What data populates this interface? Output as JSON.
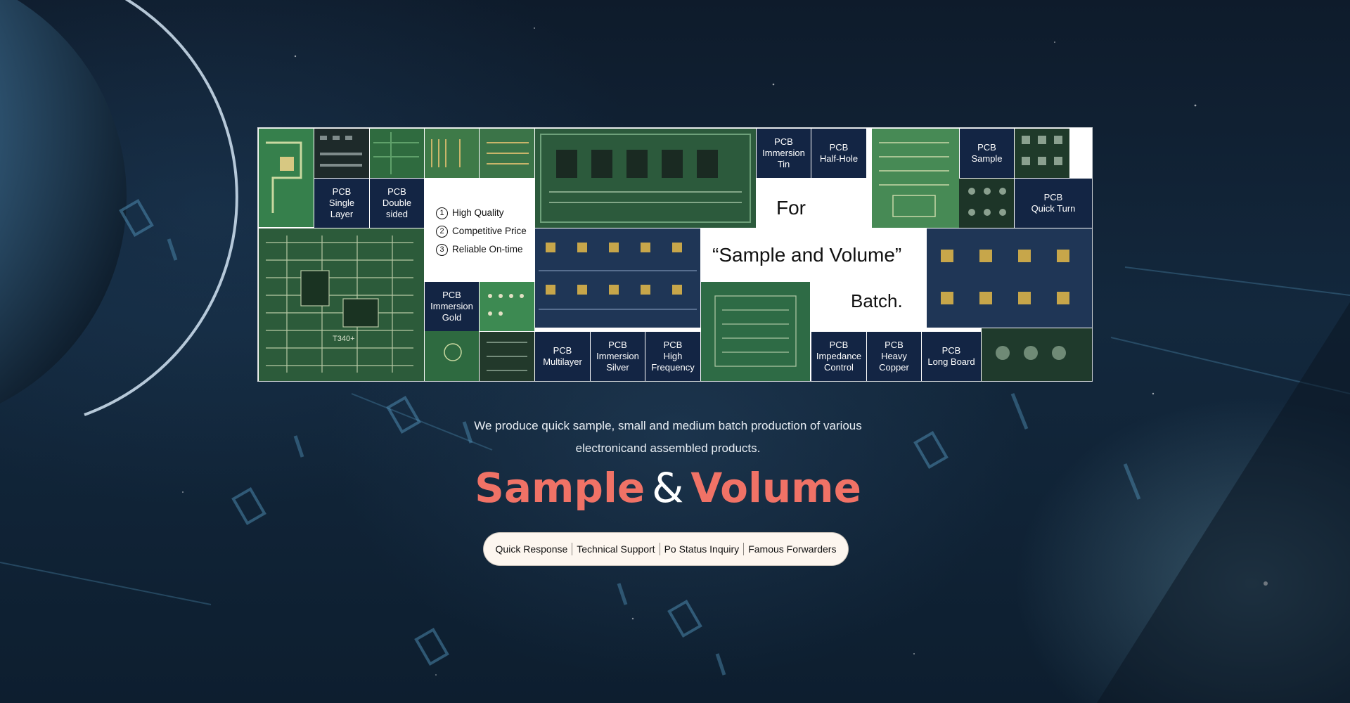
{
  "collage": {
    "tags": {
      "immersion_tin": [
        "PCB",
        "Immersion",
        "Tin"
      ],
      "half_hole": [
        "PCB",
        "Half-Hole"
      ],
      "sample": [
        "PCB",
        "Sample"
      ],
      "single_layer": [
        "PCB",
        "Single",
        "Layer"
      ],
      "double_sided": [
        "PCB",
        "Double",
        "sided"
      ],
      "quick_turn": [
        "PCB",
        "Quick Turn"
      ],
      "immersion_gold": [
        "PCB",
        "Immersion",
        "Gold"
      ],
      "multilayer": [
        "PCB",
        "Multilayer"
      ],
      "immersion_silver": [
        "PCB",
        "Immersion",
        "Silver"
      ],
      "high_frequency": [
        "PCB",
        "High",
        "Frequency"
      ],
      "impedance_control": [
        "PCB",
        "Impedance",
        "Control"
      ],
      "heavy_copper": [
        "PCB",
        "Heavy",
        "Copper"
      ],
      "long_board": [
        "PCB",
        "Long Board"
      ]
    },
    "features": [
      {
        "num": "1",
        "label": "High Quality"
      },
      {
        "num": "2",
        "label": "Competitive Price"
      },
      {
        "num": "3",
        "label": "Reliable On-time"
      }
    ],
    "slogan": {
      "for": "For",
      "quote": "“Sample and Volume”",
      "batch": "Batch."
    },
    "board_marking": "T340+"
  },
  "lede": {
    "line1": "We produce quick sample, small and medium batch production of various",
    "line2": "electronicand assembled products."
  },
  "headline": {
    "word1": "Sample",
    "amp": "&",
    "word2": "Volume"
  },
  "pill_links": [
    "Quick Response",
    "Technical Support",
    "Po Status Inquiry",
    "Famous Forwarders"
  ],
  "colors": {
    "tag_bg": "#132544",
    "headline": "#f07266",
    "pill_bg": "#fdf6ef"
  }
}
